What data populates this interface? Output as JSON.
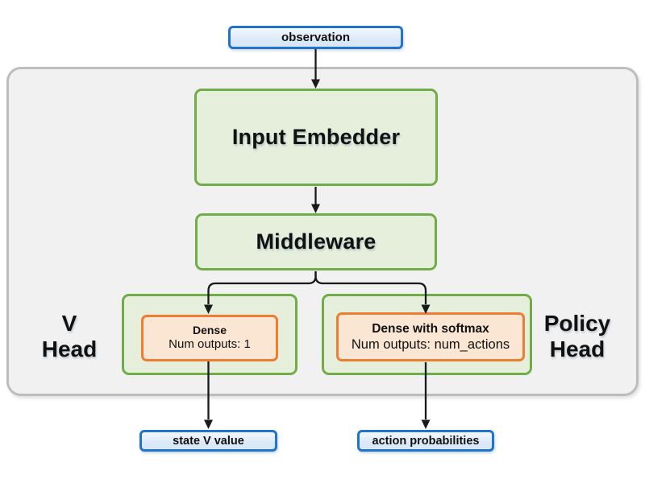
{
  "colors": {
    "text": "#111111",
    "arrow": "#1a1a1a",
    "panel_fill": "#f1f1f1",
    "panel_border": "#bbbdbf",
    "blue_border": "#2373c8",
    "blue_fill": "#d9e8f7",
    "green_border": "#70ad47",
    "green_fill": "#e5efdc",
    "orange_border": "#ed7d31",
    "orange_fill": "#fbe5d3"
  },
  "nodes": {
    "observation": {
      "label": "observation"
    },
    "input_embedder": {
      "label": "Input Embedder"
    },
    "middleware": {
      "label": "Middleware"
    },
    "v_head": {
      "label_line1": "V",
      "label_line2": "Head",
      "dense": {
        "title": "Dense",
        "subtitle": "Num outputs: 1"
      },
      "output": {
        "label": "state V value"
      }
    },
    "policy_head": {
      "label_line1": "Policy",
      "label_line2": "Head",
      "dense": {
        "title": "Dense with softmax",
        "subtitle": "Num outputs: num_actions"
      },
      "output": {
        "label": "action probabilities"
      }
    }
  }
}
